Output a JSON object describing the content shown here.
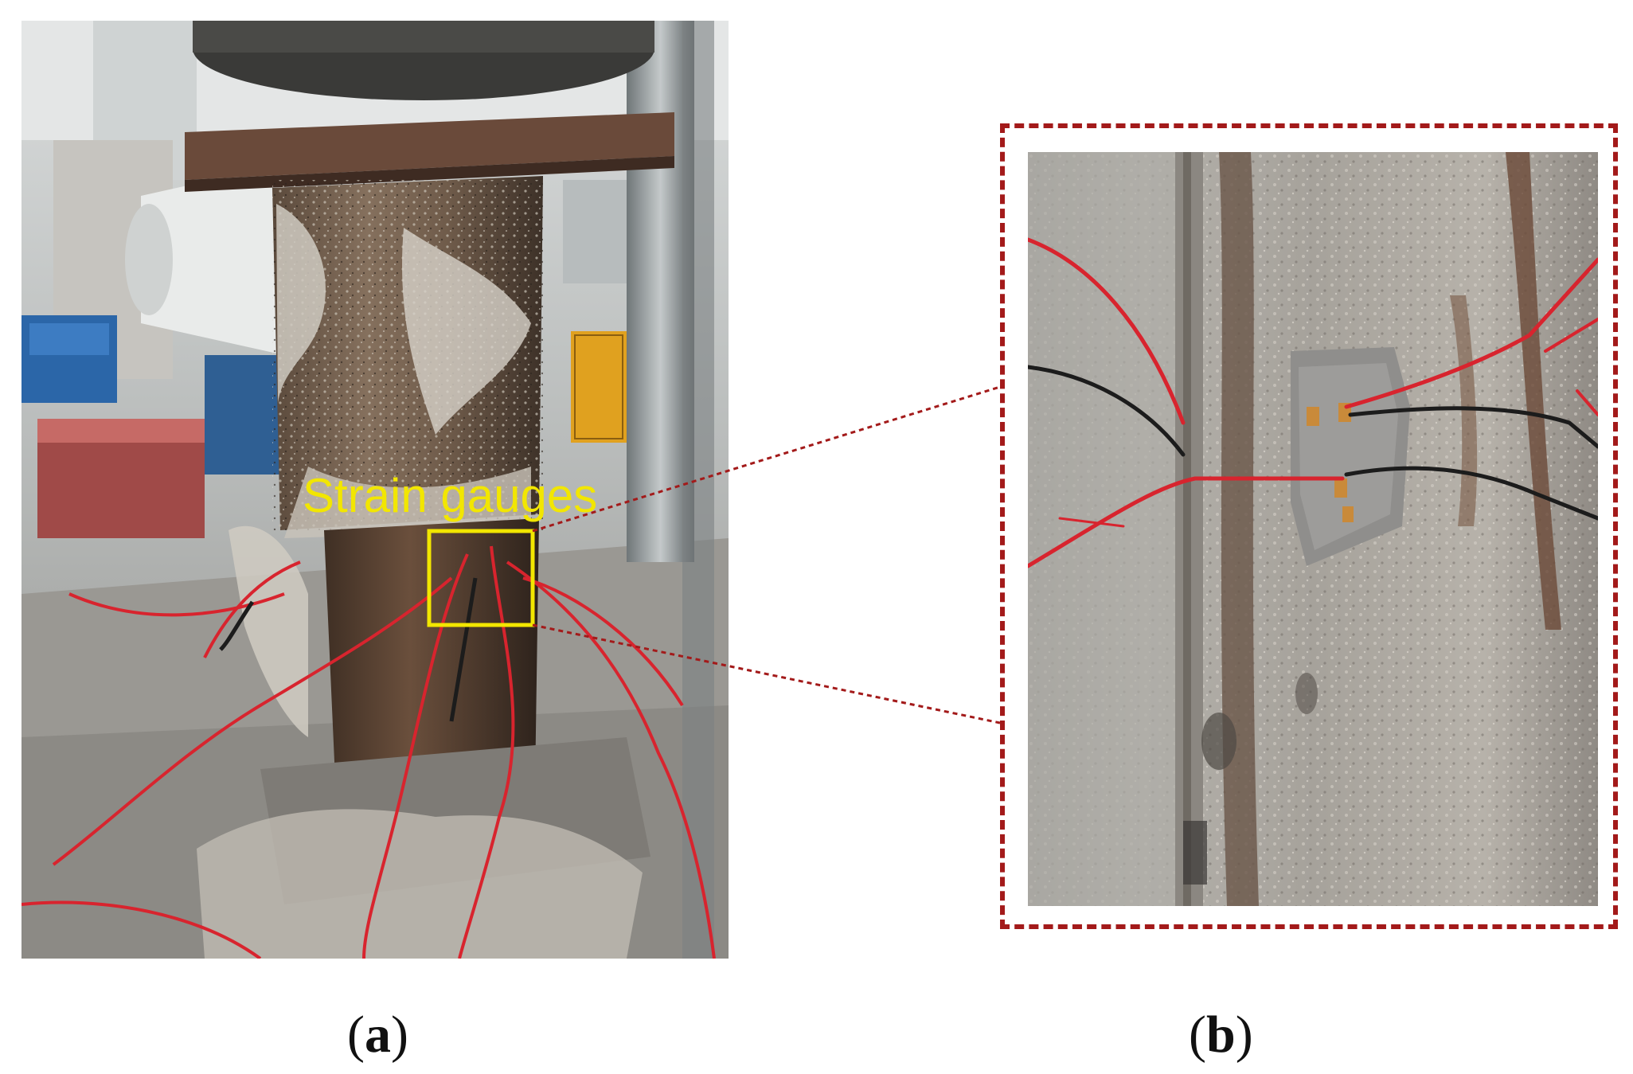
{
  "figure": {
    "annotation": "Strain gauges",
    "label_a": "a",
    "label_b": "b",
    "colors": {
      "annotation_yellow": "#f2e600",
      "callout_red": "#a31a1a",
      "wire_red": "#d8242e",
      "wire_black": "#1c1c1c"
    }
  }
}
